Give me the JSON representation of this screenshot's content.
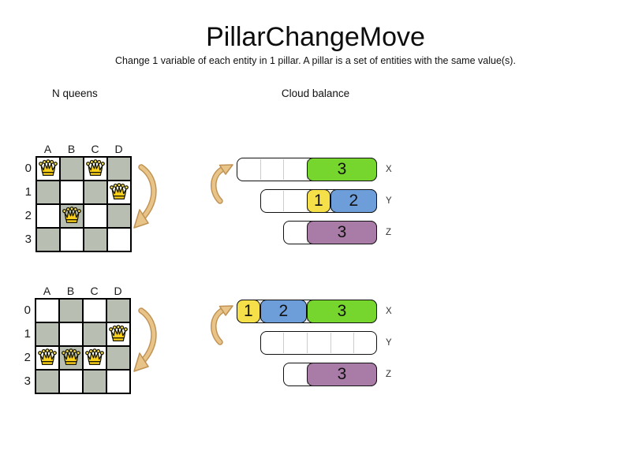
{
  "title": "PillarChangeMove",
  "subtitle": "Change 1 variable of each entity in 1 pillar. A pillar is a set of entities with the same value(s).",
  "sections": {
    "nqueens_label": "N queens",
    "cloud_label": "Cloud balance"
  },
  "nqueens": {
    "columns": [
      "A",
      "B",
      "C",
      "D"
    ],
    "rows": [
      "0",
      "1",
      "2",
      "3"
    ],
    "before": {
      "queens": [
        "A0",
        "C0",
        "D1",
        "B2"
      ]
    },
    "after": {
      "queens": [
        "D1",
        "A2",
        "B2",
        "C2"
      ]
    }
  },
  "cloud": {
    "before": {
      "rows": [
        {
          "computer": "X",
          "capacity": 6,
          "blocks": [
            {
              "label": "3",
              "size": 3,
              "offset": 3,
              "color": "#77d62e"
            }
          ]
        },
        {
          "computer": "Y",
          "capacity": 5,
          "blocks": [
            {
              "label": "1",
              "size": 1,
              "offset": 2,
              "color": "#f5e049"
            },
            {
              "label": "2",
              "size": 2,
              "offset": 3,
              "color": "#6e9ed9"
            }
          ]
        },
        {
          "computer": "Z",
          "capacity": 4,
          "blocks": [
            {
              "label": "3",
              "size": 3,
              "offset": 1,
              "color": "#a97ba7"
            }
          ]
        }
      ]
    },
    "after": {
      "rows": [
        {
          "computer": "X",
          "capacity": 6,
          "blocks": [
            {
              "label": "1",
              "size": 1,
              "offset": 0,
              "color": "#f5e049"
            },
            {
              "label": "2",
              "size": 2,
              "offset": 1,
              "color": "#6e9ed9"
            },
            {
              "label": "3",
              "size": 3,
              "offset": 3,
              "color": "#77d62e"
            }
          ]
        },
        {
          "computer": "Y",
          "capacity": 5,
          "blocks": []
        },
        {
          "computer": "Z",
          "capacity": 4,
          "blocks": [
            {
              "label": "3",
              "size": 3,
              "offset": 1,
              "color": "#a97ba7"
            }
          ]
        }
      ]
    }
  },
  "colors": {
    "board_gray": "#b9beb2",
    "queen_gold": "#fcd11a",
    "queen_gold_light": "#ffe34d",
    "arrow_fill": "#e9c489",
    "arrow_stroke": "#c09355",
    "green": "#77d62e",
    "yellow": "#f5e049",
    "blue": "#6e9ed9",
    "purple": "#a97ba7"
  }
}
